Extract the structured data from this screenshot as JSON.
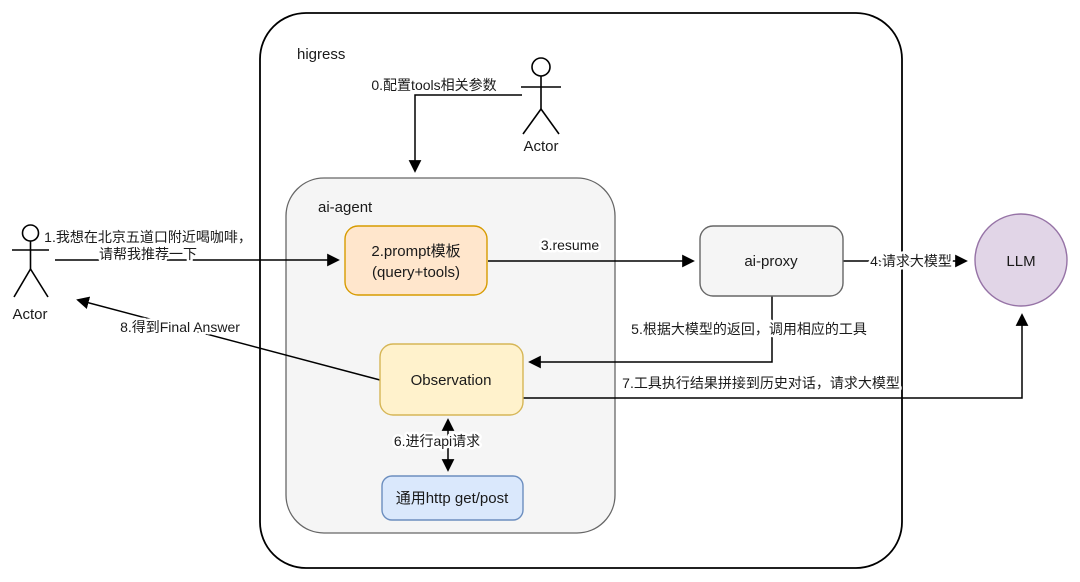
{
  "canvas": {
    "background": "#ffffff",
    "line_color": "#000000",
    "text_color": "#1a1a1a"
  },
  "containers": {
    "higress": {
      "label": "higress",
      "border": "#000000"
    },
    "ai_agent": {
      "label": "ai-agent",
      "fill": "#F5F5F5",
      "border": "#666666"
    }
  },
  "nodes": {
    "prompt_template": {
      "line1": "2.prompt模板",
      "line2": "(query+tools)",
      "fill": "#FFE6CC",
      "border": "#D79B00"
    },
    "ai_proxy": {
      "label": "ai-proxy",
      "fill": "#F5F5F5",
      "border": "#666666"
    },
    "observation": {
      "label": "Observation",
      "fill": "#FFF2CC",
      "border": "#D6B656"
    },
    "http_tool": {
      "label": "通用http get/post",
      "fill": "#DAE8FC",
      "border": "#6C8EBF"
    },
    "llm": {
      "label": "LLM",
      "fill": "#E1D5E7",
      "border": "#9673A6"
    }
  },
  "actors": {
    "left": {
      "label": "Actor"
    },
    "top": {
      "label": "Actor"
    }
  },
  "edges": {
    "e0_config_tools": {
      "label": "0.配置tools相关参数"
    },
    "e1_user_query": {
      "line1": "1.我想在北京五道口附近喝咖啡，",
      "line2": "请帮我推荐一下"
    },
    "e3_resume": {
      "label": "3.resume"
    },
    "e4_request_llm": {
      "label": "4.请求大模型"
    },
    "e5_call_tool": {
      "label": "5.根据大模型的返回，调用相应的工具"
    },
    "e6_api_request": {
      "label": "6.进行api请求"
    },
    "e7_append_history": {
      "label": "7.工具执行结果拼接到历史对话，请求大模型"
    },
    "e8_final_answer": {
      "label": "8.得到Final Answer"
    }
  }
}
